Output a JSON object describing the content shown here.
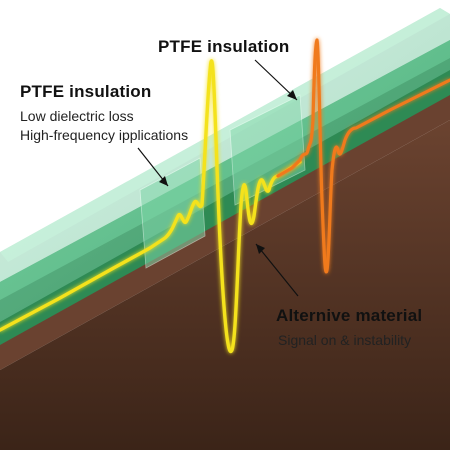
{
  "labels": {
    "top": {
      "title": "PTFE insulation"
    },
    "left": {
      "title": "PTFE insulation",
      "lines": [
        "Low dielectric loss",
        "High-frequency ipplications"
      ]
    },
    "right": {
      "title": "Alternive material",
      "lines": [
        "Signal on & instability"
      ]
    }
  },
  "colors": {
    "substrate_top": "#5c3a2a",
    "substrate_side": "#3a2418",
    "insulation": "#5fbf8f",
    "conductor": "#1f7a45",
    "signal_yellow": "#f4e21c",
    "signal_orange": "#f07a1e"
  }
}
